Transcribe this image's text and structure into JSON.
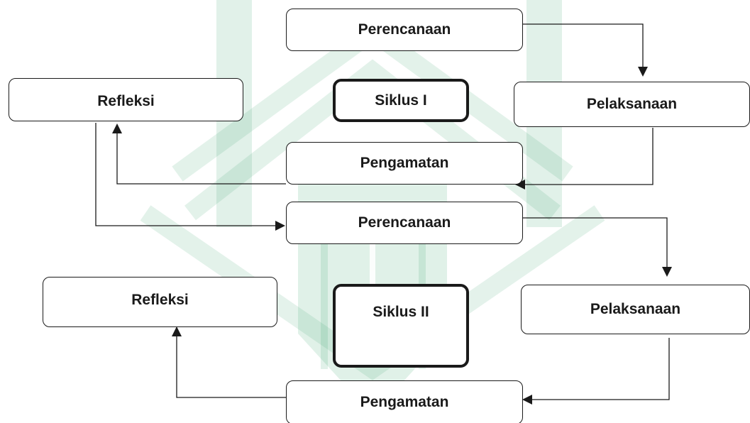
{
  "colors": {
    "watermark": "#2e9e66",
    "line": "#1a1a1a",
    "box_fill": "#ffffff"
  },
  "cycle1": {
    "perencanaan": "Perencanaan",
    "pelaksanaan": "Pelaksanaan",
    "pengamatan": "Pengamatan",
    "refleksi": "Refleksi",
    "siklus": "Siklus I"
  },
  "cycle2": {
    "perencanaan": "Perencanaan",
    "pelaksanaan": "Pelaksanaan",
    "pengamatan": "Pengamatan",
    "refleksi": "Refleksi",
    "siklus": "Siklus II"
  }
}
